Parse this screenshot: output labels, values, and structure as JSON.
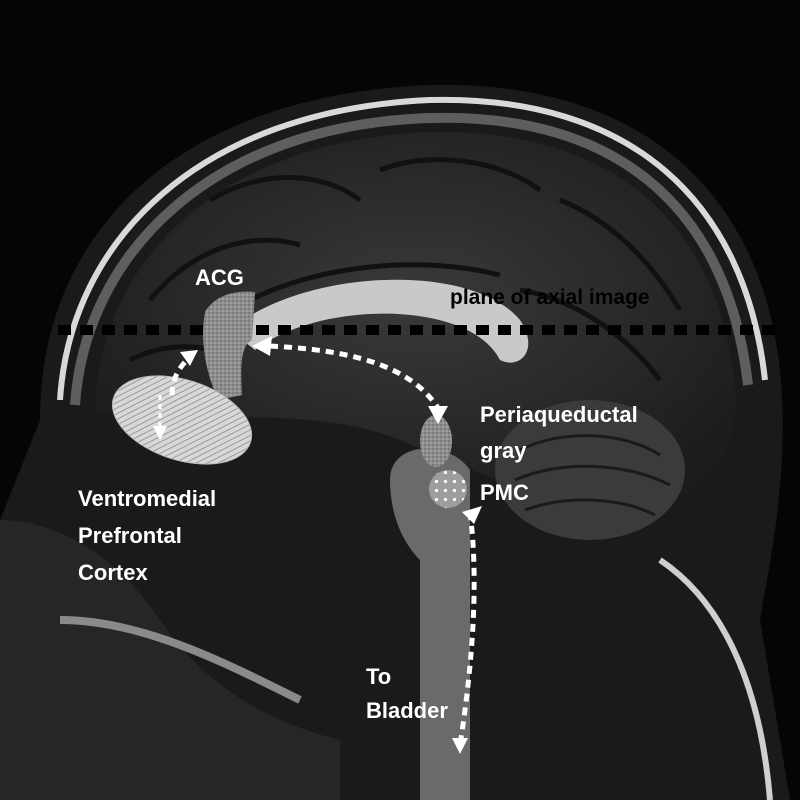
{
  "labels": {
    "plane": "plane of axial image",
    "acg": "ACG",
    "periaqueductal_line1": "Periaqueductal",
    "periaqueductal_line2": "gray",
    "pmc": "PMC",
    "vmpfc_line1": "Ventromedial",
    "vmpfc_line2": "Prefrontal",
    "vmpfc_line3": "Cortex",
    "bladder_line1": "To",
    "bladder_line2": "Bladder"
  },
  "colors": {
    "background": "#050505",
    "label": "#ffffff",
    "plane_line": "#000000",
    "arrow": "#ffffff",
    "region_gray": "#8c8c8c"
  }
}
